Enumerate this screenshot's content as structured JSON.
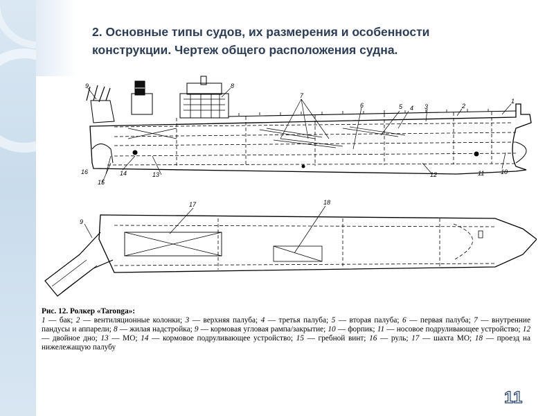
{
  "slide": {
    "title_line1": "2. Основные типы судов, их размерения и особенности",
    "title_line2": "конструкции. Чертеж общего расположения судна.",
    "page_number": "11"
  },
  "figure": {
    "caption_heading": "Рис. 12. Ролкер «Taronga»:",
    "legend": [
      {
        "n": "1",
        "text": "бак;"
      },
      {
        "n": "2",
        "text": "вентиляционные колонки;"
      },
      {
        "n": "3",
        "text": "верхняя палуба;"
      },
      {
        "n": "4",
        "text": "третья палуба;"
      },
      {
        "n": "5",
        "text": "вторая палуба;"
      },
      {
        "n": "6",
        "text": "первая палуба;"
      },
      {
        "n": "7",
        "text": "внутренние пандусы и аппарели;"
      },
      {
        "n": "8",
        "text": "жилая надстройка;"
      },
      {
        "n": "9",
        "text": "кормовая угловая рампа/закрытие;"
      },
      {
        "n": "10",
        "text": "форпик;"
      },
      {
        "n": "11",
        "text": "носовое подруливающее устройство;"
      },
      {
        "n": "12",
        "text": "двойное дно;"
      },
      {
        "n": "13",
        "text": "МО;"
      },
      {
        "n": "14",
        "text": "кормовое подруливающее устройство;"
      },
      {
        "n": "15",
        "text": "гребной винт;"
      },
      {
        "n": "16",
        "text": "руль;"
      },
      {
        "n": "17",
        "text": "шахта МО;"
      },
      {
        "n": "18",
        "text": "проезд на нижележащую палубу"
      }
    ],
    "callouts": [
      "1",
      "2",
      "3",
      "4",
      "5",
      "6",
      "7",
      "8",
      "9",
      "10",
      "11",
      "12",
      "13",
      "14",
      "15",
      "16",
      "9",
      "17",
      "18"
    ]
  }
}
